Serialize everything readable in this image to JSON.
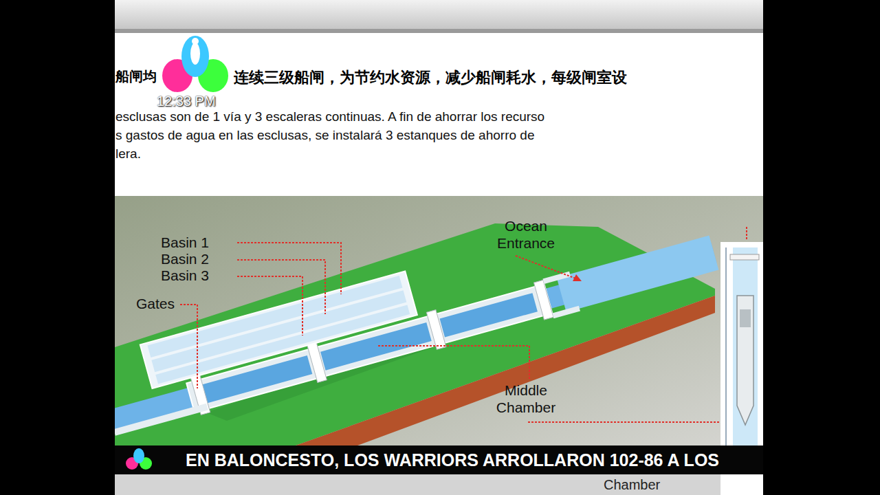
{
  "diagram": {
    "labels": [
      "12:33 PM",
      "船闸均",
      "连续三级船闸，为节约水资源，减少船闸耗水，每级闸室设",
      "esclusas son de 1 vía y 3 escaleras continuas. A fin de ahorrar los recurso",
      "s gastos de agua en las esclusas, se instalará 3 estanques de ahorro de",
      "lera.",
      "Basin 1",
      "Basin 2",
      "Basin 3",
      "Gates",
      "Ocean Entrance",
      "Middle Chamber",
      "Chamber",
      "EN BALONCESTO, LOS WARRIORS ARROLLARON 102-86 A LOS"
    ]
  }
}
